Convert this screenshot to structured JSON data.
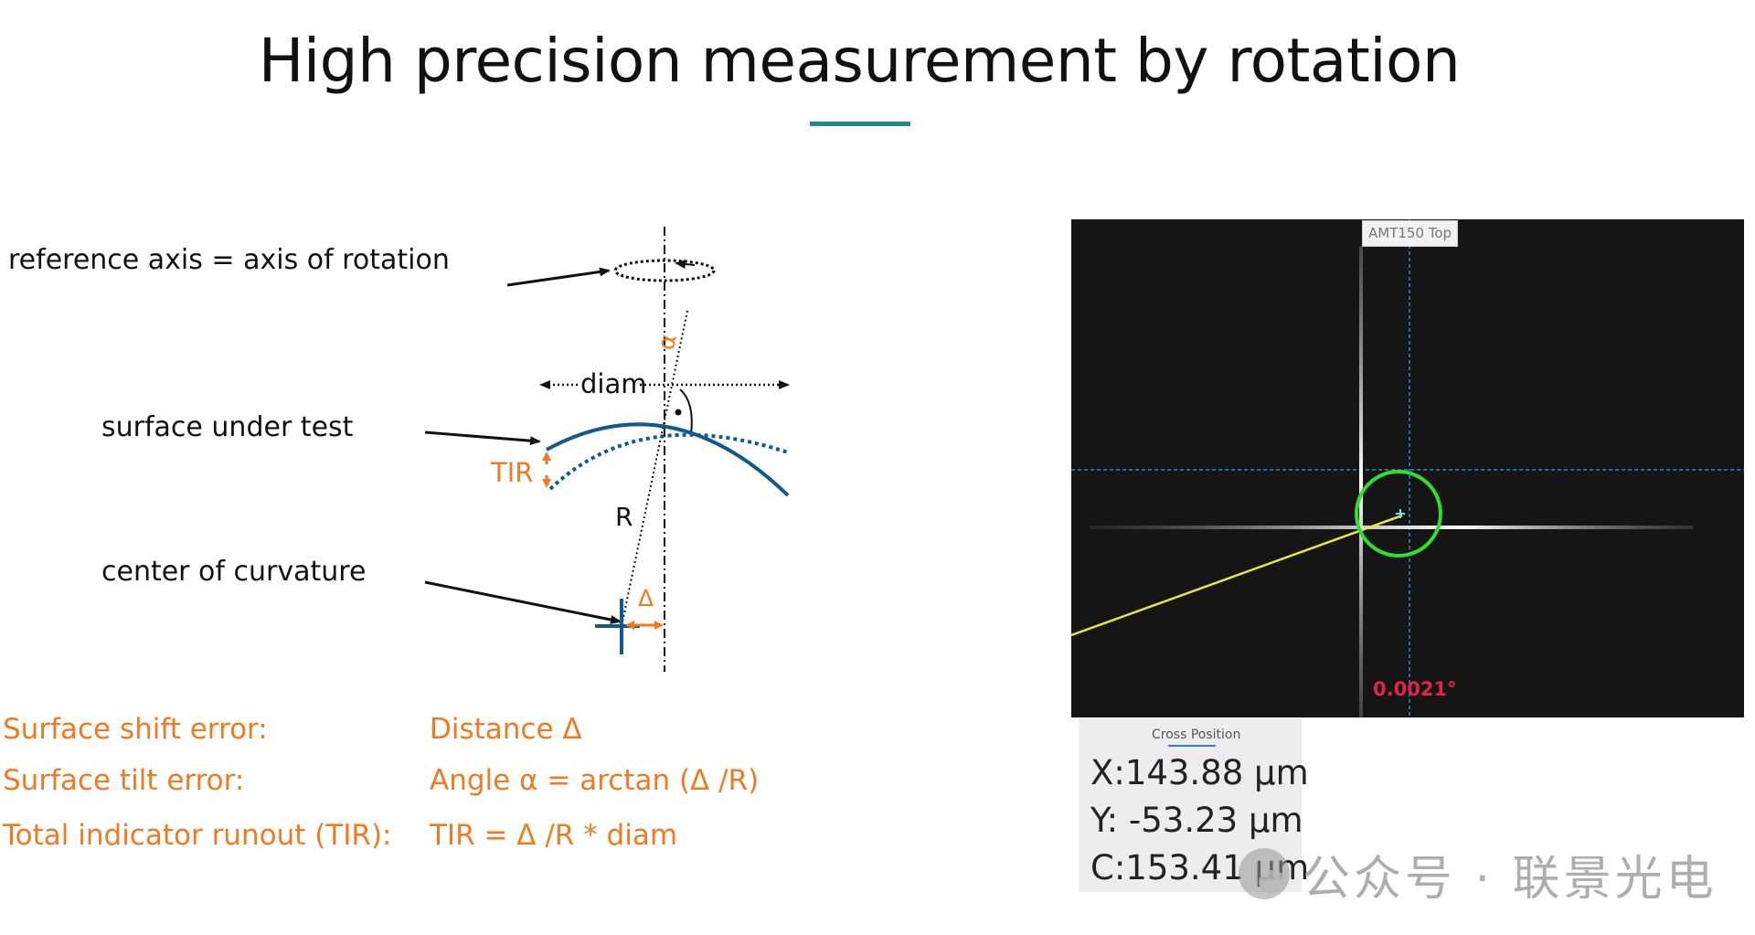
{
  "title": "High precision measurement by rotation",
  "labels": {
    "reference_axis": "reference axis = axis of rotation",
    "surface_under_test": "surface under test",
    "center_of_curvature": "center of curvature"
  },
  "diagram": {
    "diam": "diam",
    "alpha": "α",
    "tir": "TIR",
    "r": "R",
    "delta": "Δ",
    "colors": {
      "orange": "#f07a22",
      "blue": "#0f5b8c",
      "black": "#111111"
    }
  },
  "errors": [
    {
      "name": "Surface shift error:",
      "formula": "Distance Δ"
    },
    {
      "name": "Surface tilt error:",
      "formula": "Angle α = arctan (Δ /R)"
    },
    {
      "name": "Total indicator runout (TIR):",
      "formula": "TIR = Δ /R * diam"
    }
  ],
  "camera": {
    "tab": "AMT150 Top",
    "angle": "0.0021°",
    "colors": {
      "background": "#151515",
      "circle": "#2ee02e",
      "line": "#e8e83a",
      "dashed": "#2a8adb",
      "angle": "#e0244a"
    }
  },
  "cross_position": {
    "title": "Cross Position",
    "x": "X:143.88 µm",
    "y": "Y: -53.23 µm",
    "c": "C:153.41 µm"
  },
  "watermark": "公众号 · 联景光电"
}
